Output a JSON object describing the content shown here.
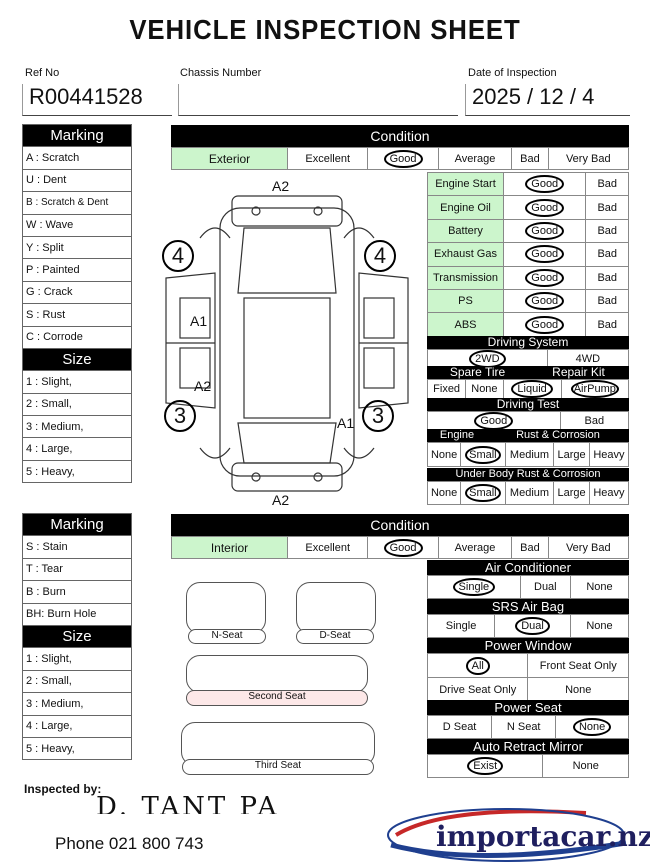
{
  "title": "VEHICLE  INSPECTION  SHEET",
  "ref": {
    "label": "Ref No",
    "value": "R00441528"
  },
  "chassis": {
    "label": "Chassis Number",
    "value": ""
  },
  "date": {
    "label": "Date of Inspection",
    "value": "2025 / 12 / 4"
  },
  "exterior": {
    "marking_title": "Marking",
    "markings": [
      "A  : Scratch",
      "U  : Dent",
      "B  : Scratch & Dent",
      "W  : Wave",
      "Y  : Split",
      "P  : Painted",
      "G  : Crack",
      "S  : Rust",
      "C  : Corrode"
    ],
    "size_title": "Size",
    "sizes": [
      "1  : Slight,",
      "2  : Small,",
      "3  : Medium,",
      "4  : Large,",
      "5  : Heavy,"
    ],
    "condition_title": "Condition",
    "condition_label": "Exterior",
    "condition_options": [
      "Excellent",
      "Good",
      "Average",
      "Bad",
      "Very Bad"
    ],
    "checks": [
      {
        "name": "Engine Start",
        "good": "Good",
        "bad": "Bad"
      },
      {
        "name": "Engine Oil",
        "good": "Good",
        "bad": "Bad"
      },
      {
        "name": "Battery",
        "good": "Good",
        "bad": "Bad"
      },
      {
        "name": "Exhaust Gas",
        "good": "Good",
        "bad": "Bad"
      },
      {
        "name": "Transmission",
        "good": "Good",
        "bad": "Bad"
      },
      {
        "name": "PS",
        "good": "Good",
        "bad": "Bad"
      },
      {
        "name": "ABS",
        "good": "Good",
        "bad": "Bad"
      }
    ],
    "driving_system": {
      "title": "Driving System",
      "options": [
        "2WD",
        "4WD"
      ]
    },
    "spare_tire": {
      "title": "Spare Tire",
      "options": [
        "Fixed",
        "None"
      ]
    },
    "repair_kit": {
      "title": "Repair Kit",
      "options": [
        "Liquid",
        "AirPump"
      ]
    },
    "driving_test": {
      "title": "Driving Test",
      "options": [
        "Good",
        "Bad"
      ]
    },
    "engine_rust": {
      "title_left": "Engine",
      "title_right": "Rust & Corrosion",
      "options": [
        "None",
        "Small",
        "Medium",
        "Large",
        "Heavy"
      ]
    },
    "underbody": {
      "title": "Under Body Rust & Corrosion",
      "options": [
        "None",
        "Small",
        "Medium",
        "Large",
        "Heavy"
      ]
    },
    "damage_marks": {
      "top": "A2",
      "bottom": "A2",
      "left_door": "A1",
      "left_rear": "A2",
      "right_rear": "A1",
      "circle_tl": "4",
      "circle_tr": "4",
      "circle_bl": "3",
      "circle_br": "3"
    }
  },
  "interior": {
    "marking_title": "Marking",
    "markings": [
      "S  : Stain",
      "T  : Tear",
      "B  : Burn",
      "BH: Burn Hole"
    ],
    "size_title": "Size",
    "sizes": [
      "1  : Slight,",
      "2  : Small,",
      "3  : Medium,",
      "4  : Large,",
      "5  : Heavy,"
    ],
    "condition_title": "Condition",
    "condition_label": "Interior",
    "condition_options": [
      "Excellent",
      "Good",
      "Average",
      "Bad",
      "Very Bad"
    ],
    "seats": {
      "n_seat": "N-Seat",
      "d_seat": "D-Seat",
      "second": "Second  Seat",
      "third": "Third   Seat"
    },
    "air_conditioner": {
      "title": "Air Conditioner",
      "options": [
        "Single",
        "Dual",
        "None"
      ]
    },
    "srs_air_bag": {
      "title": "SRS Air Bag",
      "options": [
        "Single",
        "Dual",
        "None"
      ]
    },
    "power_window": {
      "title": "Power Window",
      "options": [
        "All",
        "Front Seat Only",
        "Drive Seat Only",
        "None"
      ]
    },
    "power_seat": {
      "title": "Power Seat",
      "options": [
        "D Seat",
        "N Seat",
        "None"
      ]
    },
    "auto_mirror": {
      "title": "Auto Retract Mirror",
      "options": [
        "Exist",
        "None"
      ]
    }
  },
  "inspected_by": {
    "label": "Inspected by:",
    "signature": "D. TANT PA"
  },
  "footer": {
    "phone": "Phone  021 800 743",
    "logo": "importacar.nz"
  }
}
